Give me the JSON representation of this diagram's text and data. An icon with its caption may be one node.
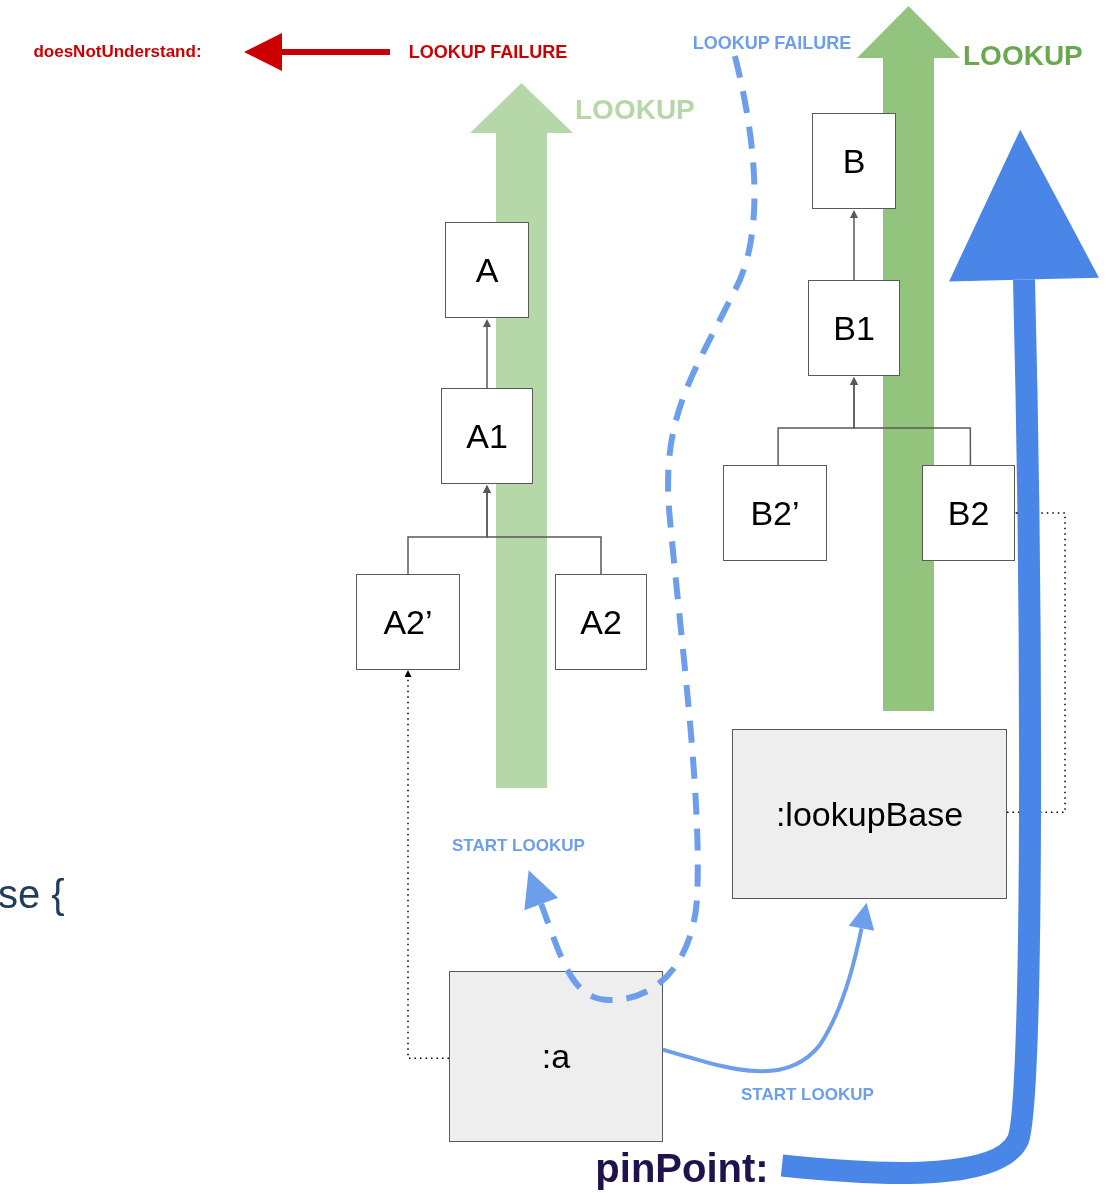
{
  "diagram": {
    "nodes": [
      {
        "text": [
          "doesNotUnderstand:"
        ]
      },
      {
        "text": [
          "LOOKUP FAILURE"
        ]
      },
      {
        "text": [
          "LOOKUP FAILURE"
        ]
      },
      {
        "text": [
          "B"
        ]
      },
      {
        "text": [
          "A"
        ]
      },
      {
        "text": [
          "B1"
        ]
      },
      {
        "text": [
          "A1"
        ]
      },
      {
        "text": [
          "B2’"
        ]
      },
      {
        "text": [
          "B2"
        ]
      },
      {
        "text": [
          "A2’"
        ]
      },
      {
        "text": [
          "A2"
        ]
      },
      {
        "text": [
          ":lookupBase"
        ]
      },
      {
        "text": [
          ":a"
        ]
      },
      {
        "text": [
          "pinPoint:"
        ]
      }
    ],
    "edges": [
      {
        "from": 1,
        "to": 0,
        "arrow": "to",
        "style": "thick",
        "color": "#cc0000"
      },
      {
        "from": 6,
        "to": 4,
        "arrow": "to"
      },
      {
        "from": 9,
        "to": 6,
        "arrow": "to"
      },
      {
        "from": 10,
        "to": 6,
        "arrow": "to"
      },
      {
        "from": 5,
        "to": 3,
        "arrow": "to"
      },
      {
        "from": 7,
        "to": 5,
        "arrow": "to"
      },
      {
        "from": 8,
        "to": 5,
        "arrow": "to"
      },
      {
        "from": 12,
        "to": 9,
        "arrow": "to",
        "style": "dashed",
        "color": "#000000"
      },
      {
        "from": 11,
        "to": 8,
        "arrow": "to",
        "style": "dashed",
        "color": "#000000"
      },
      {
        "from": 12,
        "to": 11,
        "arrow": "to",
        "label": "START LOOKUP",
        "style": "thick",
        "color": "#6d9eeb"
      },
      {
        "from": 2,
        "to": null,
        "arrow": "to",
        "label": "START LOOKUP",
        "style": "dashed",
        "color": "#6d9eeb"
      },
      {
        "from": 13,
        "to": null,
        "arrow": "to",
        "style": "thick",
        "color": "#4a86e8"
      }
    ],
    "labels": [
      "LOOKUP",
      "LOOKUP",
      "se {"
    ]
  }
}
